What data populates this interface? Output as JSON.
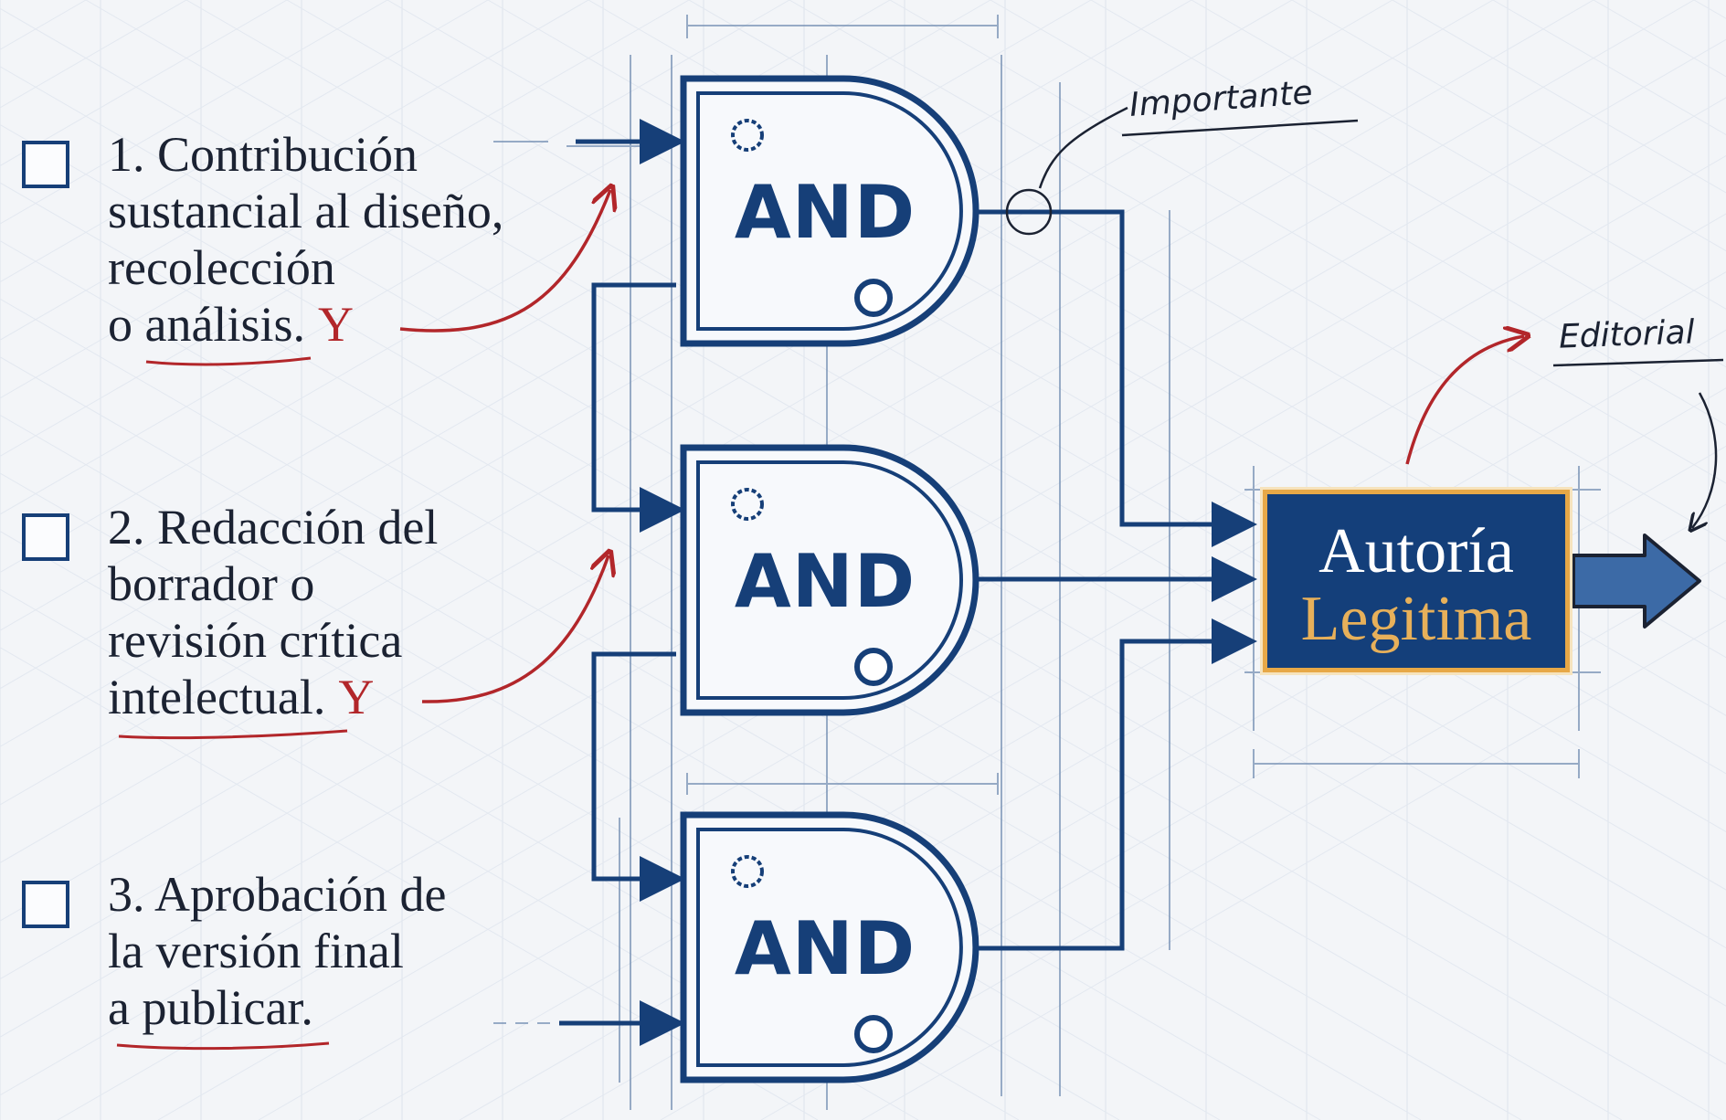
{
  "criteria": [
    {
      "number": "1.",
      "lines": [
        "Contribución",
        "sustancial al diseño,",
        "recolección"
      ],
      "last_prefix": "o ",
      "last_underlined": "análisis.",
      "connector": "Y"
    },
    {
      "number": "2.",
      "lines": [
        "Redacción del",
        "borrador o",
        "revisión crítica"
      ],
      "last_prefix": "",
      "last_underlined": "intelectual.",
      "connector": "Y"
    },
    {
      "number": "3.",
      "lines": [
        "Aprobación de",
        "la versión final"
      ],
      "last_prefix": "a ",
      "last_underlined": "publicar.",
      "connector": ""
    }
  ],
  "gates": [
    "AND",
    "AND",
    "AND"
  ],
  "result": {
    "line1": "Autoría",
    "line2": "Legitima"
  },
  "annotations": {
    "importante": "Importante",
    "editorial": "Editorial"
  },
  "colors": {
    "navy": "#163f78",
    "red_accent": "#b2262a",
    "gold_border": "#e7a847",
    "gold_text": "#e7b05a",
    "background": "#f3f5f8"
  }
}
